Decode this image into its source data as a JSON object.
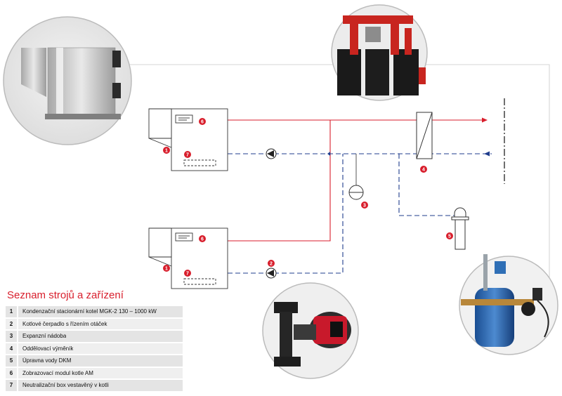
{
  "legend": {
    "title": "Seznam strojů a zařízení",
    "items": [
      {
        "num": "1",
        "text": "Kondenzační stacionární kotel MGK-2 130 – 1000 kW"
      },
      {
        "num": "2",
        "text": "Kotlové čerpadlo s řízením otáček"
      },
      {
        "num": "3",
        "text": "Expanzní nádoba"
      },
      {
        "num": "4",
        "text": "Oddělovací výměník"
      },
      {
        "num": "5",
        "text": "Úpravna vody DKM"
      },
      {
        "num": "6",
        "text": "Zobrazovací modul kotle AM"
      },
      {
        "num": "7",
        "text": "Neutralizační box vestavěný v kotli"
      }
    ]
  },
  "markers": {
    "boiler1_main": "1",
    "boiler1_display": "6",
    "boiler1_neutral": "7",
    "boiler2_main": "1",
    "boiler2_display": "6",
    "boiler2_neutral": "7",
    "pump2": "2",
    "expansion": "3",
    "exchanger": "4",
    "water_treatment": "5"
  },
  "colors": {
    "supply": "#d81e2c",
    "return": "#1f3c8c",
    "marker": "#d81e2c",
    "line": "#444444"
  }
}
